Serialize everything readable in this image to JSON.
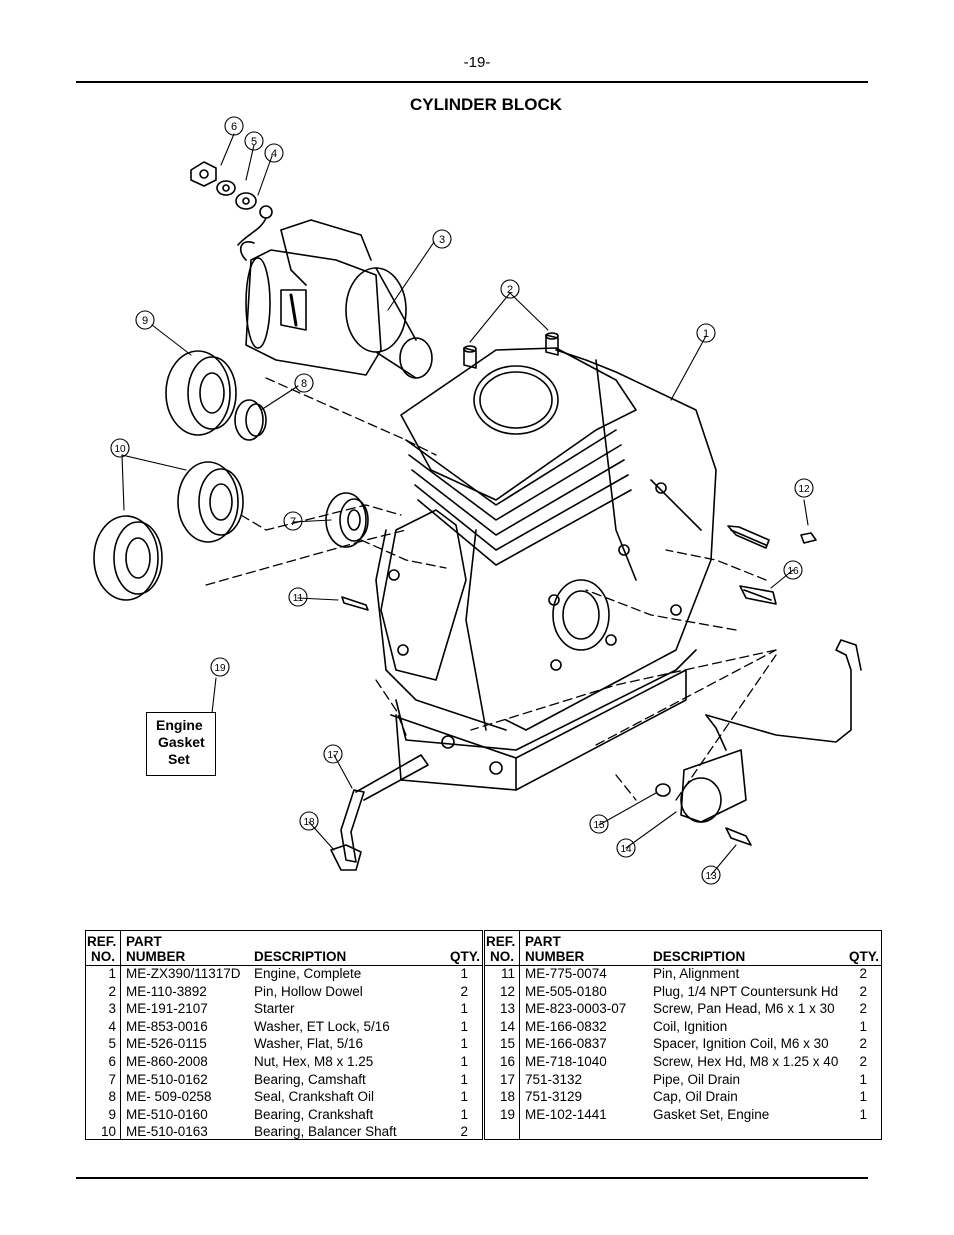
{
  "page": {
    "number": "-19-",
    "title": "CYLINDER BLOCK"
  },
  "gasket_box": {
    "line1": "Engine",
    "line2": "Gasket",
    "line3": "Set"
  },
  "callouts": [
    "1",
    "2",
    "3",
    "4",
    "5",
    "6",
    "7",
    "8",
    "9",
    "10",
    "11",
    "12",
    "13",
    "14",
    "15",
    "16",
    "17",
    "18",
    "19"
  ],
  "table_headers": {
    "ref_line1": "REF.",
    "ref_line2": "NO.",
    "part_line1": "PART",
    "part_line2": "NUMBER",
    "description": "DESCRIPTION",
    "qty": "QTY."
  },
  "parts_left": [
    {
      "ref": "1",
      "part": "ME-ZX390/11317D",
      "desc": "Engine, Complete",
      "qty": "1"
    },
    {
      "ref": "2",
      "part": "ME-110-3892",
      "desc": "Pin, Hollow Dowel",
      "qty": "2"
    },
    {
      "ref": "3",
      "part": "ME-191-2107",
      "desc": "Starter",
      "qty": "1"
    },
    {
      "ref": "4",
      "part": "ME-853-0016",
      "desc": "Washer, ET Lock, 5/16",
      "qty": "1"
    },
    {
      "ref": "5",
      "part": "ME-526-0115",
      "desc": "Washer, Flat, 5/16",
      "qty": "1"
    },
    {
      "ref": "6",
      "part": "ME-860-2008",
      "desc": "Nut, Hex, M8 x 1.25",
      "qty": "1"
    },
    {
      "ref": "7",
      "part": "ME-510-0162",
      "desc": "Bearing, Camshaft",
      "qty": "1"
    },
    {
      "ref": "8",
      "part": "ME- 509-0258",
      "desc": "Seal, Crankshaft Oil",
      "qty": "1"
    },
    {
      "ref": "9",
      "part": "ME-510-0160",
      "desc": "Bearing, Crankshaft",
      "qty": "1"
    },
    {
      "ref": "10",
      "part": "ME-510-0163",
      "desc": "Bearing, Balancer Shaft",
      "qty": "2"
    }
  ],
  "parts_right": [
    {
      "ref": "11",
      "part": "ME-775-0074",
      "desc": "Pin, Alignment",
      "qty": "2"
    },
    {
      "ref": "12",
      "part": "ME-505-0180",
      "desc": "Plug, 1/4 NPT Countersunk Hd",
      "qty": "2"
    },
    {
      "ref": "13",
      "part": "ME-823-0003-07",
      "desc": "Screw, Pan Head, M6 x 1 x 30",
      "qty": "2"
    },
    {
      "ref": "14",
      "part": "ME-166-0832",
      "desc": "Coil, Ignition",
      "qty": "1"
    },
    {
      "ref": "15",
      "part": "ME-166-0837",
      "desc": "Spacer, Ignition Coil, M6 x 30",
      "qty": "2"
    },
    {
      "ref": "16",
      "part": "ME-718-1040",
      "desc": "Screw, Hex Hd, M8 x 1.25 x 40",
      "qty": "2"
    },
    {
      "ref": "17",
      "part": "751-3132",
      "desc": "Pipe, Oil Drain",
      "qty": "1"
    },
    {
      "ref": "18",
      "part": "751-3129",
      "desc": "Cap, Oil Drain",
      "qty": "1"
    },
    {
      "ref": "19",
      "part": "ME-102-1441",
      "desc": "Gasket Set, Engine",
      "qty": "1"
    }
  ]
}
